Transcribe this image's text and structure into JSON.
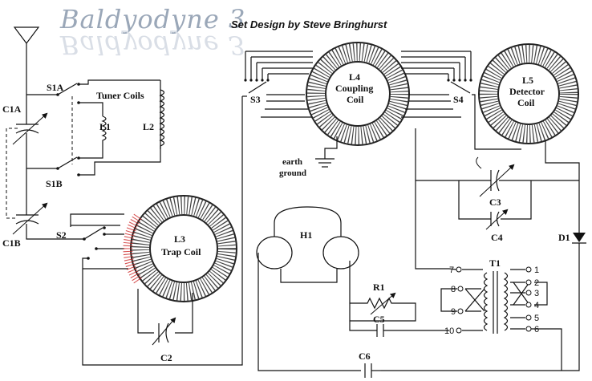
{
  "title": "Baldyodyne 3",
  "credit": "Set Design by Steve Bringhurst",
  "components": {
    "s1a": "S1A",
    "s1b": "S1B",
    "c1a": "C1A",
    "c1b": "C1B",
    "tuner_coils": "Tuner Coils",
    "l1": "L1",
    "l2": "L2",
    "s2": "S2",
    "l3_line1": "L3",
    "l3_line2": "Trap Coil",
    "c2": "C2",
    "s3": "S3",
    "s4": "S4",
    "l4_line1": "L4",
    "l4_line2": "Coupling",
    "l4_line3": "Coil",
    "earth_line1": "earth",
    "earth_line2": "ground",
    "l5_line1": "L5",
    "l5_line2": "Detector",
    "l5_line3": "Coil",
    "c3": "C3",
    "c4": "C4",
    "d1": "D1",
    "h1": "H1",
    "r1": "R1",
    "c5": "C5",
    "c6": "C6",
    "t1": "T1"
  },
  "t1_pins_left": [
    "7",
    "8",
    "9",
    "10"
  ],
  "t1_pins_right": [
    "1",
    "2",
    "3",
    "4",
    "5",
    "6"
  ]
}
